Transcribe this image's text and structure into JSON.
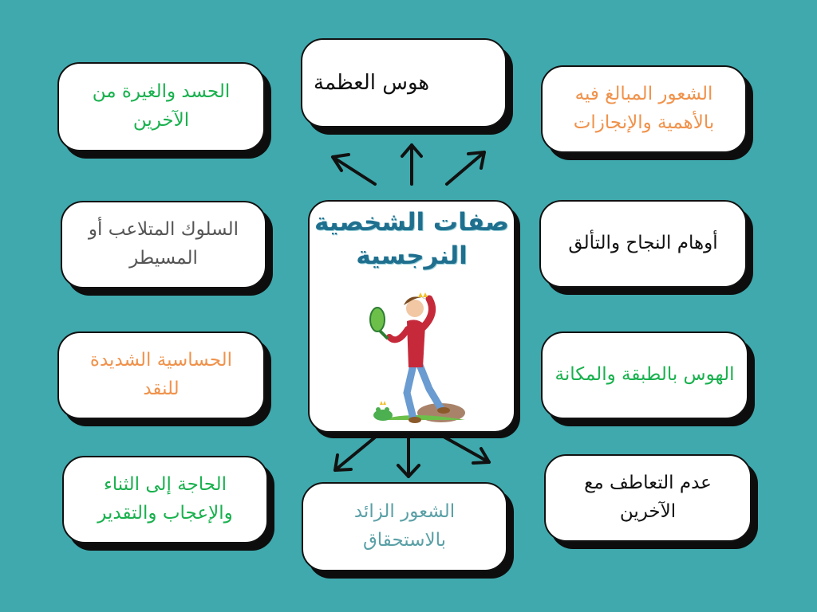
{
  "center": {
    "title": "صفات الشخصية النرجسية"
  },
  "traits": {
    "top": "هوس العظمة",
    "top_left": "الحسد والغيرة من الآخرين",
    "top_right": "الشعور المبالغ فيه بالأهمية والإنجازات",
    "mid_left": "السلوك المتلاعب أو المسيطر",
    "mid_right": "أوهام النجاح والتألق",
    "low_left": "الحساسية الشديدة للنقد",
    "low_right": "الهوس بالطبقة والمكانة",
    "bottom_left": "الحاجة إلى الثناء والإعجاب والتقدير",
    "bottom": "الشعور الزائد بالاستحقاق",
    "bottom_right": "عدم التعاطف مع الآخرين"
  },
  "colors": {
    "background": "#3fa9ad",
    "green": "#19b14e",
    "orange": "#f0924b",
    "title": "#1f6f8f"
  }
}
